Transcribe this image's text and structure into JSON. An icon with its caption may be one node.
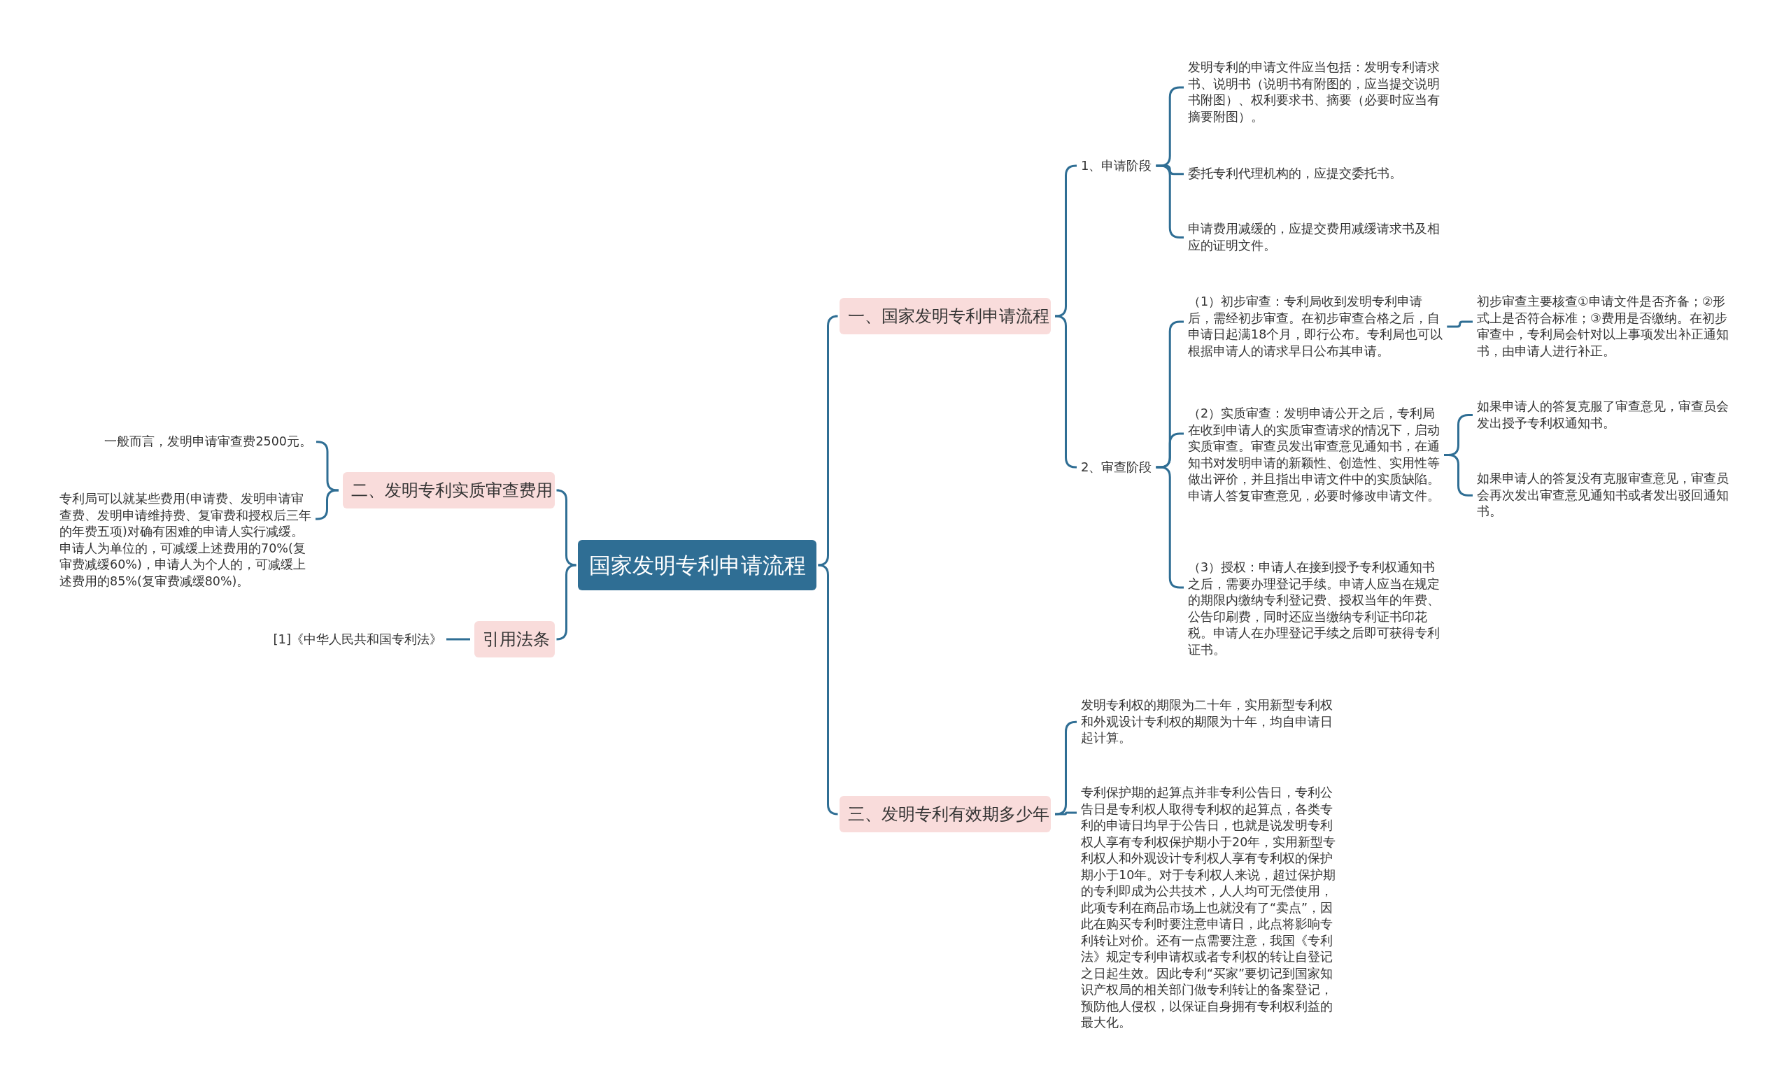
{
  "diagram": {
    "nodes": [
      {
        "text": [
          "国家发明专利申请流程"
        ]
      },
      {
        "text": [
          "一、国家发明专利申请流程"
        ]
      },
      {
        "text": [
          "1、申请阶段"
        ]
      },
      {
        "text": [
          "发明专利的申请文件应当包括：发明专利请求书、说明书（说明书有附图的，应当提交说明书附图）、权利要求书、摘要（必要时应当有摘要附图）。"
        ]
      },
      {
        "text": [
          "委托专利代理机构的，应提交委托书。"
        ]
      },
      {
        "text": [
          "申请费用减缓的，应提交费用减缓请求书及相应的证明文件。"
        ]
      },
      {
        "text": [
          "2、审查阶段"
        ]
      },
      {
        "text": [
          "（1）初步审查：专利局收到发明专利申请后，需经初步审查。在初步审查合格之后，自申请日起满18个月，即行公布。专利局也可以根据申请人的请求早日公布其申请。"
        ]
      },
      {
        "text": [
          "初步审查主要核查①申请文件是否齐备；②形式上是否符合标准；③费用是否缴纳。在初步审查中，专利局会针对以上事项发出补正通知书，由申请人进行补正。"
        ]
      },
      {
        "text": [
          "（2）实质审查：发明申请公开之后，专利局在收到申请人的实质审查请求的情况下，启动实质审查。审查员发出审查意见通知书，在通知书对发明申请的新颖性、创造性、实用性等做出评价，并且指出申请文件中的实质缺陷。申请人答复审查意见，必要时修改申请文件。"
        ]
      },
      {
        "text": [
          "如果申请人的答复克服了审查意见，审查员会发出授予专利权通知书。"
        ]
      },
      {
        "text": [
          "如果申请人的答复没有克服审查意见，审查员会再次发出审查意见通知书或者发出驳回通知书。"
        ]
      },
      {
        "text": [
          "（3）授权：申请人在接到授予专利权通知书之后，需要办理登记手续。申请人应当在规定的期限内缴纳专利登记费、授权当年的年费、公告印刷费，同时还应当缴纳专利证书印花税。申请人在办理登记手续之后即可获得专利证书。"
        ]
      },
      {
        "text": [
          "三、发明专利有效期多少年"
        ]
      },
      {
        "text": [
          "发明专利权的期限为二十年，实用新型专利权和外观设计专利权的期限为十年，均自申请日起计算。"
        ]
      },
      {
        "text": [
          "专利保护期的起算点并非专利公告日，专利公告日是专利权人取得专利权的起算点，各类专利的申请日均早于公告日，也就是说发明专利权人享有专利权保护期小于20年，实用新型专利权人和外观设计专利权人享有专利权的保护期小于10年。对于专利权人来说，超过保护期的专利即成为公共技术，人人均可无偿使用，此项专利在商品市场上也就没有了“卖点”，因此在购买专利时要注意申请日，此点将影响专利转让对价。还有一点需要注意，我国《专利法》规定专利申请权或者专利权的转让自登记之日起生效。因此专利“买家”要切记到国家知识产权局的相关部门做专利转让的备案登记，预防他人侵权，以保证自身拥有专利权利益的最大化。"
        ]
      },
      {
        "text": [
          "二、发明专利实质审查费用"
        ]
      },
      {
        "text": [
          "一般而言，发明申请审查费2500元。"
        ]
      },
      {
        "text": [
          "专利局可以就某些费用(申请费、发明申请审查费、发明申请维持费、复审费和授权后三年的年费五项)对确有困难的申请人实行减缓。申请人为单位的，可减缓上述费用的70%(复审费减缓60%)，申请人为个人的，可减缓上述费用的85%(复审费减缓80%)。"
        ]
      },
      {
        "text": [
          "引用法条"
        ]
      },
      {
        "text": [
          "[1]《中华人民共和国专利法》"
        ]
      }
    ],
    "edges": [
      {
        "from": 0,
        "to": 1,
        "arrow": "none"
      },
      {
        "from": 1,
        "to": 2,
        "arrow": "none"
      },
      {
        "from": 2,
        "to": 3,
        "arrow": "none"
      },
      {
        "from": 2,
        "to": 4,
        "arrow": "none"
      },
      {
        "from": 2,
        "to": 5,
        "arrow": "none"
      },
      {
        "from": 1,
        "to": 6,
        "arrow": "none"
      },
      {
        "from": 6,
        "to": 7,
        "arrow": "none"
      },
      {
        "from": 7,
        "to": 8,
        "arrow": "none"
      },
      {
        "from": 6,
        "to": 9,
        "arrow": "none"
      },
      {
        "from": 9,
        "to": 10,
        "arrow": "none"
      },
      {
        "from": 9,
        "to": 11,
        "arrow": "none"
      },
      {
        "from": 6,
        "to": 12,
        "arrow": "none"
      },
      {
        "from": 0,
        "to": 13,
        "arrow": "none"
      },
      {
        "from": 13,
        "to": 14,
        "arrow": "none"
      },
      {
        "from": 13,
        "to": 15,
        "arrow": "none"
      },
      {
        "from": 0,
        "to": 16,
        "arrow": "none"
      },
      {
        "from": 16,
        "to": 17,
        "arrow": "none"
      },
      {
        "from": 16,
        "to": 18,
        "arrow": "none"
      },
      {
        "from": 0,
        "to": 19,
        "arrow": "none"
      },
      {
        "from": 19,
        "to": 20,
        "arrow": "none"
      }
    ]
  }
}
